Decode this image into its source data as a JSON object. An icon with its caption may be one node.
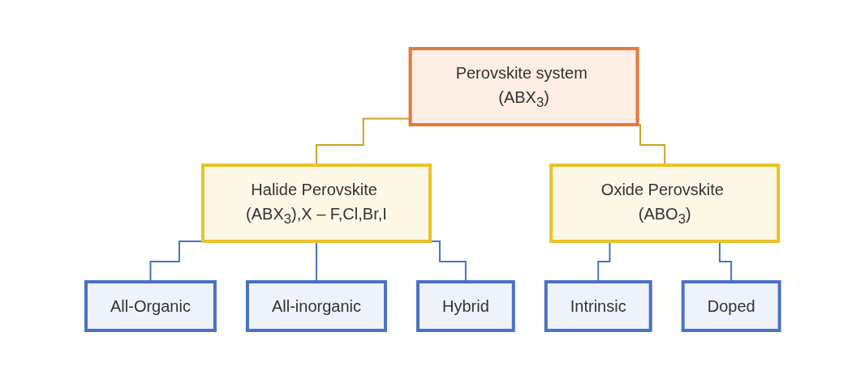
{
  "diagram": {
    "nodes": [
      {
        "text": [
          "Perovskite system (ABX$_{3}$)"
        ]
      },
      {
        "text": [
          "Halide Perovskite (ABX$_{3}$),X – F,Cl,Br,I"
        ]
      },
      {
        "text": [
          "Oxide Perovskite (ABO$_{3}$)"
        ]
      },
      {
        "text": [
          "All-Organic"
        ]
      },
      {
        "text": [
          "All-inorganic"
        ]
      },
      {
        "text": [
          "Hybrid"
        ]
      },
      {
        "text": [
          "Intrinsic"
        ]
      },
      {
        "text": [
          "Doped"
        ]
      }
    ],
    "edges": [
      {
        "from": 0,
        "to": 1,
        "arrow": "none",
        "color": "#c9a227"
      },
      {
        "from": 0,
        "to": 2,
        "arrow": "none",
        "color": "#c9a227"
      },
      {
        "from": 1,
        "to": 3,
        "arrow": "none"
      },
      {
        "from": 1,
        "to": 4,
        "arrow": "none"
      },
      {
        "from": 1,
        "to": 5,
        "arrow": "none"
      },
      {
        "from": 2,
        "to": 6,
        "arrow": "none"
      },
      {
        "from": 2,
        "to": 7,
        "arrow": "none"
      }
    ]
  }
}
